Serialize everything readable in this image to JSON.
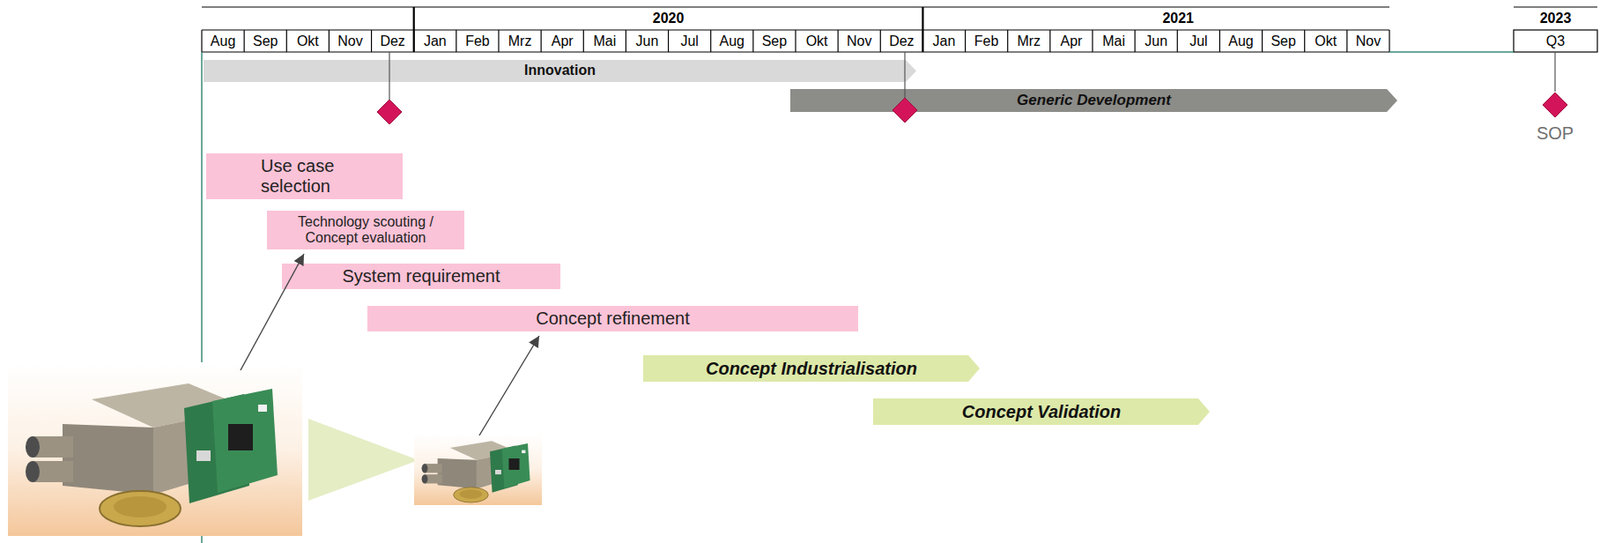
{
  "diagram": {
    "nodes": [
      {
        "text": [
          "Innovation"
        ]
      },
      {
        "text": [
          "Generic Development"
        ]
      },
      {
        "text": [
          "SOP"
        ]
      },
      {
        "text": [
          "Use case selection"
        ]
      },
      {
        "text": [
          "Technology scouting / Concept evaluation"
        ]
      },
      {
        "text": [
          "System requirement"
        ]
      },
      {
        "text": [
          "Concept refinement"
        ]
      },
      {
        "text": [
          "Concept Industrialisation"
        ]
      },
      {
        "text": [
          "Concept Validation"
        ]
      }
    ],
    "labels": [
      "2020",
      "2021",
      "2023",
      "Aug",
      "Sep",
      "Okt",
      "Nov",
      "Dez",
      "Jan",
      "Feb",
      "Mrz",
      "Apr",
      "Mai",
      "Jun",
      "Jul",
      "Aug",
      "Sep",
      "Okt",
      "Nov",
      "Dez",
      "Jan",
      "Feb",
      "Mrz",
      "Apr",
      "Mai",
      "Jun",
      "Jul",
      "Aug",
      "Sep",
      "Okt",
      "Nov",
      "Q3"
    ]
  }
}
